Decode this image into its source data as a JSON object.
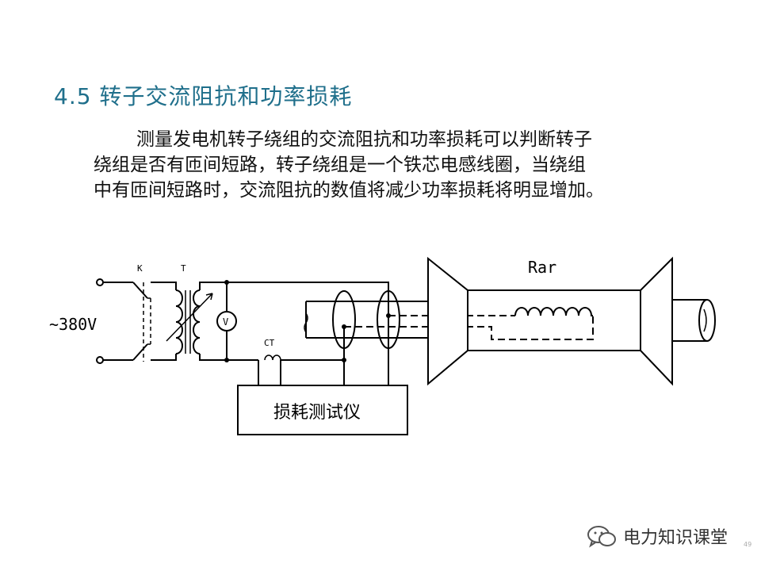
{
  "slide": {
    "title": "4.5  转子交流阻抗和功率损耗",
    "paragraph_lines": [
      "测量发电机转子绕组的交流阻抗和功率损耗可以判断转子",
      "绕组是否有匝间短路，转子绕组是一个铁芯电感线圈，当绕组",
      "中有匝间短路时，交流阻抗的数值将减少功率损耗将明显增加。"
    ],
    "page_number": "49"
  },
  "diagram": {
    "label_k": "K",
    "label_t": "T",
    "label_voltage": "~380V",
    "label_v": "V",
    "label_ct": "CT",
    "label_rotor": "Rar",
    "label_instrument": "损耗测试仪"
  },
  "watermark": {
    "text": "电力知识课堂",
    "icon": "wechat-icon"
  }
}
